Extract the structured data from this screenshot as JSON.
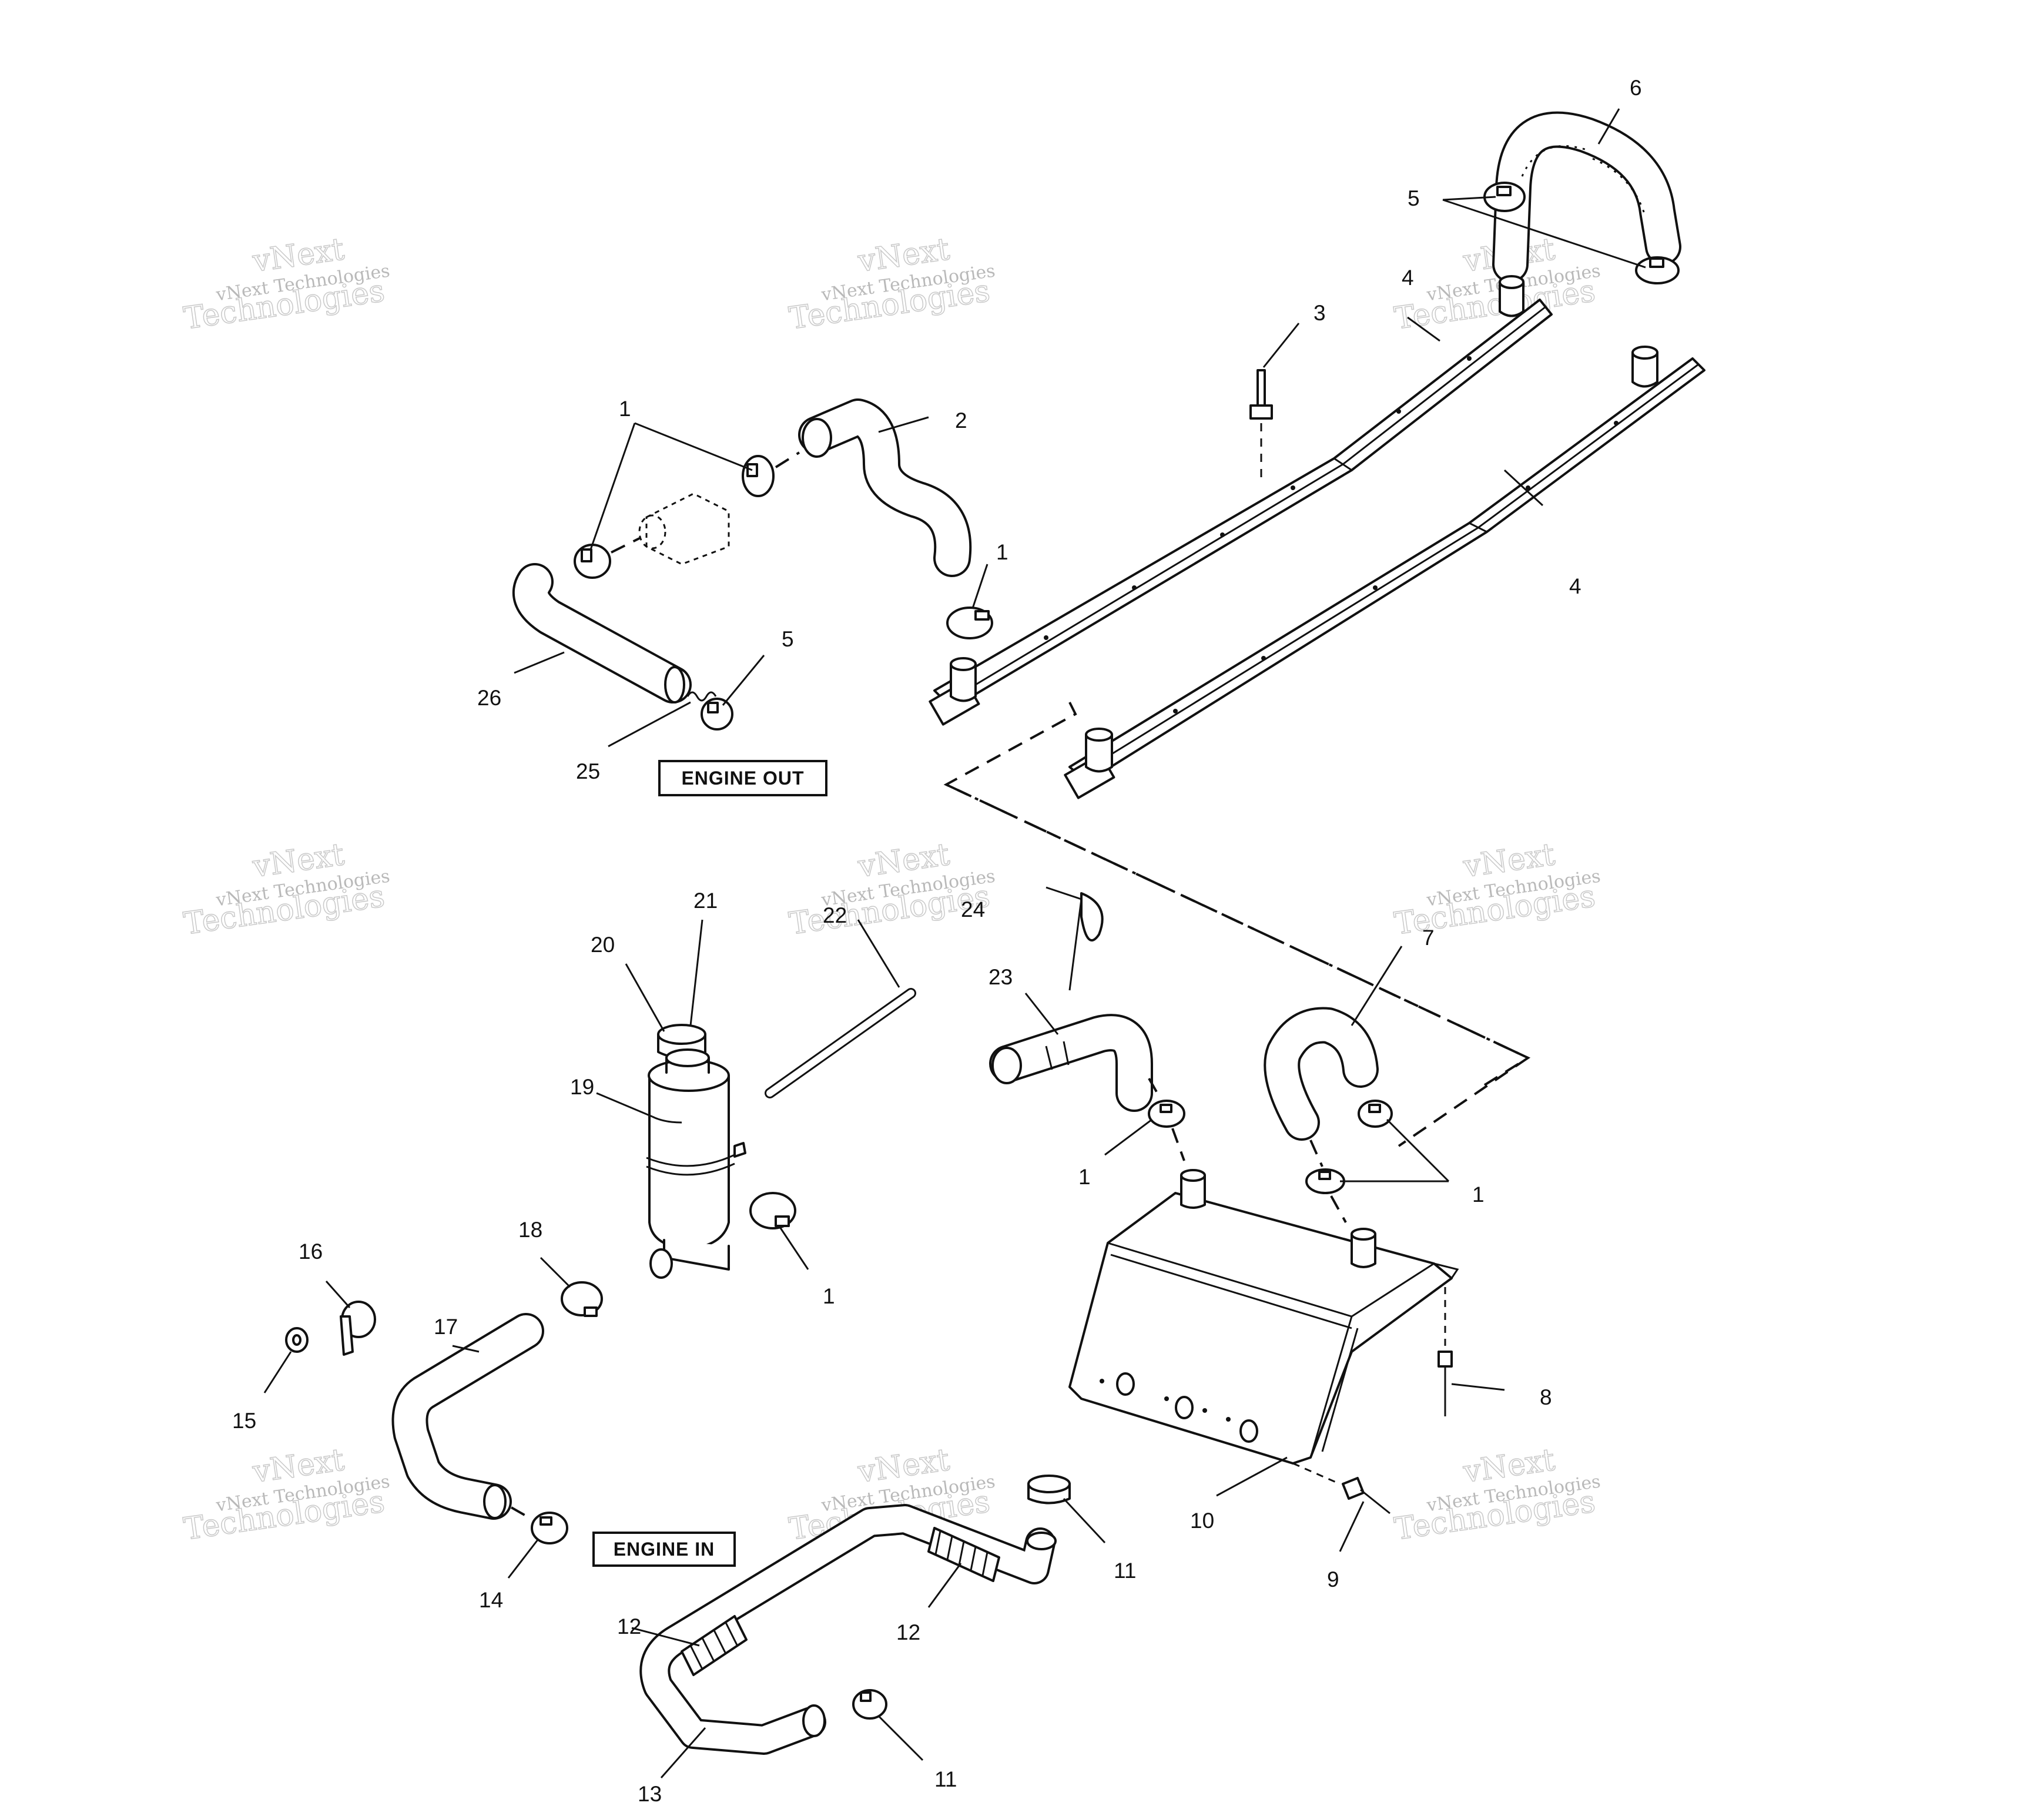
{
  "watermark": {
    "line1": "vNext",
    "line2": "vNext Technologies",
    "line3": "Technologies"
  },
  "labels": {
    "engine_out": "ENGINE OUT",
    "engine_in": "ENGINE IN"
  },
  "callouts": [
    {
      "id": "c1a",
      "text": "1"
    },
    {
      "id": "c2",
      "text": "2"
    },
    {
      "id": "c1b",
      "text": "1"
    },
    {
      "id": "c26",
      "text": "26"
    },
    {
      "id": "c5a",
      "text": "5"
    },
    {
      "id": "c25",
      "text": "25"
    },
    {
      "id": "c3",
      "text": "3"
    },
    {
      "id": "c4a",
      "text": "4"
    },
    {
      "id": "c4b",
      "text": "4"
    },
    {
      "id": "c6",
      "text": "6"
    },
    {
      "id": "c5b",
      "text": "5"
    },
    {
      "id": "c21",
      "text": "21"
    },
    {
      "id": "c20",
      "text": "20"
    },
    {
      "id": "c22",
      "text": "22"
    },
    {
      "id": "c24",
      "text": "24"
    },
    {
      "id": "c23",
      "text": "23"
    },
    {
      "id": "c7",
      "text": "7"
    },
    {
      "id": "c19",
      "text": "19"
    },
    {
      "id": "c1c",
      "text": "1"
    },
    {
      "id": "c1d",
      "text": "1"
    },
    {
      "id": "c1e",
      "text": "1"
    },
    {
      "id": "c18",
      "text": "18"
    },
    {
      "id": "c16",
      "text": "16"
    },
    {
      "id": "c17",
      "text": "17"
    },
    {
      "id": "c15",
      "text": "15"
    },
    {
      "id": "c8",
      "text": "8"
    },
    {
      "id": "c10",
      "text": "10"
    },
    {
      "id": "c9",
      "text": "9"
    },
    {
      "id": "c14",
      "text": "14"
    },
    {
      "id": "c11a",
      "text": "11"
    },
    {
      "id": "c12a",
      "text": "12"
    },
    {
      "id": "c12b",
      "text": "12"
    },
    {
      "id": "c13",
      "text": "13"
    },
    {
      "id": "c11b",
      "text": "11"
    }
  ]
}
